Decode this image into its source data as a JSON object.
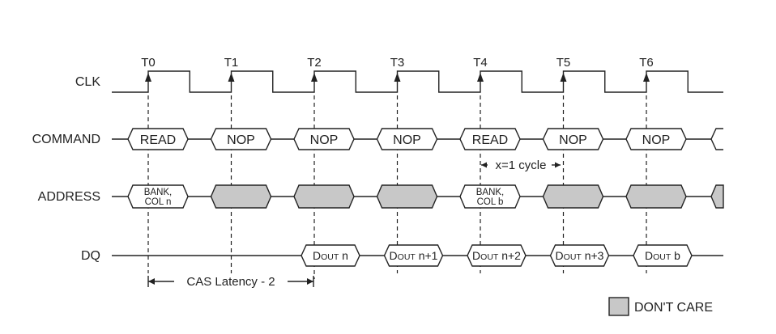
{
  "signals": {
    "clk": "CLK",
    "command": "COMMAND",
    "address": "ADDRESS",
    "dq": "DQ"
  },
  "ticks": [
    "T0",
    "T1",
    "T2",
    "T3",
    "T4",
    "T5",
    "T6"
  ],
  "commands": [
    "READ",
    "NOP",
    "NOP",
    "NOP",
    "READ",
    "NOP",
    "NOP"
  ],
  "address": [
    {
      "line1": "BANK,",
      "line2": "COL n"
    },
    {
      "dont_care": true
    },
    {
      "dont_care": true
    },
    {
      "dont_care": true
    },
    {
      "line1": "BANK,",
      "line2": "COL b"
    },
    {
      "dont_care": true
    },
    {
      "dont_care": true
    }
  ],
  "dq": [
    {
      "main": "D",
      "sub": "OUT",
      "suffix": " n"
    },
    {
      "main": "D",
      "sub": "OUT",
      "suffix": " n+1"
    },
    {
      "main": "D",
      "sub": "OUT",
      "suffix": " n+2"
    },
    {
      "main": "D",
      "sub": "OUT",
      "suffix": " n+3"
    },
    {
      "main": "D",
      "sub": "OUT",
      "suffix": " b"
    }
  ],
  "annotations": {
    "cycle": "x=1 cycle",
    "cas_latency": "CAS Latency - 2"
  },
  "legend": {
    "dont_care": "DON'T CARE",
    "dont_care_color": "#c8c8c8"
  }
}
